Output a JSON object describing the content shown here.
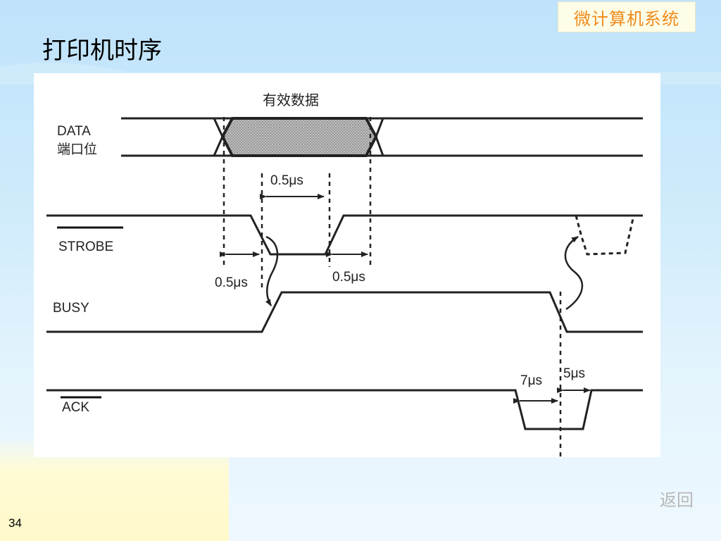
{
  "header": {
    "course_badge": "微计算机系统",
    "title": "打印机时序"
  },
  "diagram": {
    "valid_data_label": "有效数据",
    "signals": {
      "data_name": "DATA",
      "data_sub": "端口位",
      "strobe": "STROBE",
      "busy": "BUSY",
      "ack": "ACK"
    },
    "timings": {
      "strobe_pulse": "0.5μs",
      "setup": "0.5μs",
      "hold": "0.5μs",
      "ack_width": "7μs",
      "ack_busy": "5μs"
    }
  },
  "footer": {
    "back_label": "返回",
    "page_number": "34"
  },
  "colors": {
    "badge_text": "#f08a1c",
    "back_text": "#b9b9b9"
  }
}
